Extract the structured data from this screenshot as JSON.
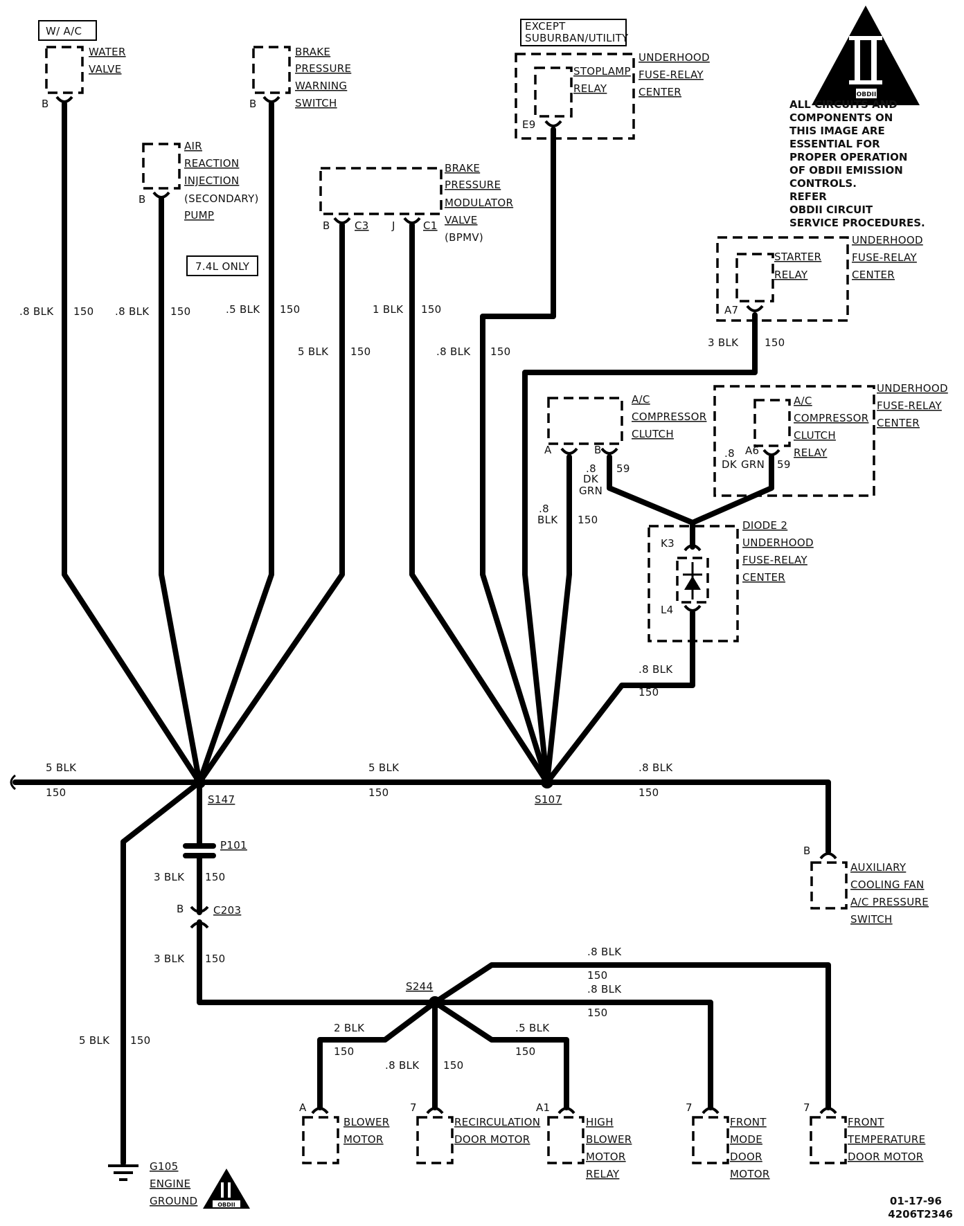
{
  "notes": {
    "wac": "W/ A/C",
    "except": [
      "EXCEPT",
      "SUBURBAN/UTILITY"
    ],
    "only74": "7.4L ONLY",
    "obd_badge": "OBDII",
    "obd_note": [
      "ALL CIRCUITS AND",
      "COMPONENTS ON",
      "THIS IMAGE ARE",
      "ESSENTIAL FOR",
      "PROPER OPERATION",
      "OF OBDII EMISSION",
      "CONTROLS.",
      "REFER",
      "OBDII CIRCUIT",
      "SERVICE PROCEDURES."
    ],
    "date": "01-17-96",
    "code": "4206T2346"
  },
  "components": {
    "water_valve": [
      "WATER",
      "VALVE"
    ],
    "bpws": [
      "BRAKE",
      "PRESSURE",
      "WARNING",
      "SWITCH"
    ],
    "air": [
      "AIR",
      "REACTION",
      "INJECTION",
      "(SECONDARY)",
      "PUMP"
    ],
    "bpmv": [
      "BRAKE",
      "PRESSURE",
      "MODULATOR",
      "VALVE",
      "(BPMV)"
    ],
    "stoplamp": [
      "STOPLAMP",
      "RELAY"
    ],
    "ufrc": [
      "UNDERHOOD",
      "FUSE-RELAY",
      "CENTER"
    ],
    "starter": [
      "STARTER",
      "RELAY"
    ],
    "ac_clutch": [
      "A/C",
      "COMPRESSOR",
      "CLUTCH"
    ],
    "ac_relay": [
      "A/C",
      "COMPRESSOR",
      "CLUTCH",
      "RELAY"
    ],
    "diode": [
      "DIODE 2",
      "UNDERHOOD",
      "FUSE-RELAY",
      "CENTER"
    ],
    "aux_fan": [
      "AUXILIARY",
      "COOLING FAN",
      "A/C PRESSURE",
      "SWITCH"
    ],
    "blower": [
      "BLOWER",
      "MOTOR"
    ],
    "recirc": [
      "RECIRCULATION",
      "DOOR MOTOR"
    ],
    "high_blower": [
      "HIGH",
      "BLOWER",
      "MOTOR",
      "RELAY"
    ],
    "front_mode": [
      "FRONT",
      "MODE",
      "DOOR",
      "MOTOR"
    ],
    "front_temp": [
      "FRONT",
      "TEMPERATURE",
      "DOOR MOTOR"
    ],
    "ground": [
      "G105",
      "ENGINE",
      "GROUND"
    ]
  },
  "pins": {
    "b": "B",
    "a": "A",
    "j": "J",
    "c3": "C3",
    "c1": "C1",
    "e9": "E9",
    "a7": "A7",
    "a6": "A6",
    "k3": "K3",
    "l4": "L4",
    "seven": "7",
    "a1": "A1"
  },
  "splices": {
    "s147": "S147",
    "s107": "S107",
    "s244": "S244",
    "p101": "P101",
    "c203": "C203"
  },
  "wires": {
    "w08": ".8 BLK",
    "w05": ".5 BLK",
    "w5": "5 BLK",
    "w1": "1 BLK",
    "w3": "3 BLK",
    "w2": "2 BLK",
    "c150": "150",
    "c59": "59",
    "d08": ".8",
    "dk": "DK",
    "grn": "GRN",
    "blk": "BLK"
  }
}
